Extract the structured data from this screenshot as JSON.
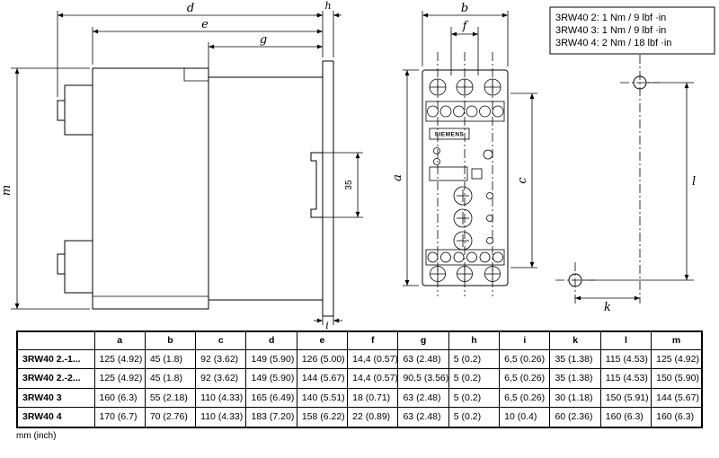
{
  "side_view": {
    "labels": {
      "d": "d",
      "e": "e",
      "g": "g",
      "h": "h",
      "m": "m",
      "i": "i",
      "rail_height": "35"
    }
  },
  "front_view": {
    "labels": {
      "b": "b",
      "f": "f",
      "a": "a",
      "c": "c",
      "l": "l",
      "k": "k"
    },
    "brand": "SIEMENS",
    "torque_note": [
      "3RW40 2: 1 Nm / 9 lbf ·in",
      "3RW40 3: 1 Nm / 9 lbf ·in",
      "3RW40 4: 2 Nm / 18 lbf ·in"
    ]
  },
  "table": {
    "headers": [
      "",
      "a",
      "b",
      "c",
      "d",
      "e",
      "f",
      "g",
      "h",
      "i",
      "k",
      "l",
      "m"
    ],
    "rows": [
      {
        "label": "3RW40 2.-1...",
        "values": [
          "125 (4.92)",
          "45 (1.8)",
          "92 (3.62)",
          "149 (5.90)",
          "126 (5.00)",
          "14,4 (0.57)",
          "63 (2.48)",
          "5 (0.2)",
          "6,5 (0.26)",
          "35 (1.38)",
          "115 (4.53)",
          "125 (4.92)"
        ]
      },
      {
        "label": "3RW40 2.-2...",
        "values": [
          "125 (4.92)",
          "45 (1.8)",
          "92 (3.62)",
          "149 (5.90)",
          "144 (5.67)",
          "14,4 (0.57)",
          "90,5 (3.56)",
          "5 (0.2)",
          "6,5 (0.26)",
          "35 (1.38)",
          "115 (4.53)",
          "150 (5.90)"
        ]
      },
      {
        "label": "3RW40 3",
        "values": [
          "160 (6.3)",
          "55 (2.18)",
          "110 (4.33)",
          "165 (6.49)",
          "140 (5.51)",
          "18 (0.71)",
          "63 (2.48)",
          "5 (0.2)",
          "6,5 (0.26)",
          "30 (1.18)",
          "150 (5.91)",
          "144 (5.67)"
        ]
      },
      {
        "label": "3RW40 4",
        "values": [
          "170 (6.7)",
          "70 (2.76)",
          "110 (4.33)",
          "183 (7.20)",
          "158 (6.22)",
          "22 (0.89)",
          "63 (2.48)",
          "5 (0.2)",
          "10 (0.4)",
          "60 (2.36)",
          "160 (6.3)",
          "160 (6.3)"
        ]
      }
    ],
    "note": "mm (inch)"
  }
}
